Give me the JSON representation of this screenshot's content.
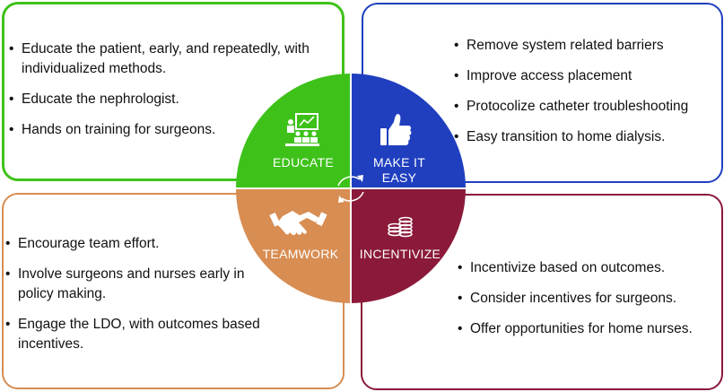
{
  "colors": {
    "educate": "#3ec21a",
    "make_it_easy": "#1f3fbf",
    "teamwork": "#d88d52",
    "incentivize": "#8b1a3a"
  },
  "quadrants": {
    "educate": {
      "label": "EDUCATE",
      "icon": "teacher-presentation-icon",
      "points": [
        "Educate the patient, early, and repeatedly, with individualized methods.",
        "Educate the nephrologist.",
        "Hands on training for surgeons."
      ]
    },
    "make_it_easy": {
      "label_line1": "MAKE IT",
      "label_line2": "EASY",
      "icon": "thumbs-up-icon",
      "points": [
        "Remove system related barriers",
        "Improve access placement",
        "Protocolize catheter troubleshooting",
        "Easy transition to home dialysis."
      ]
    },
    "teamwork": {
      "label": "TEAMWORK",
      "icon": "handshake-icon",
      "points": [
        "Encourage team effort.",
        "Involve surgeons and nurses early in policy making.",
        "Engage the LDO, with outcomes based incentives."
      ]
    },
    "incentivize": {
      "label": "INCENTIVIZE",
      "icon": "coins-icon",
      "points": [
        "Incentivize based on outcomes.",
        "Consider incentives for surgeons.",
        "Offer opportunities for home nurses."
      ]
    }
  },
  "center_icon": "cycle-arrows-icon"
}
